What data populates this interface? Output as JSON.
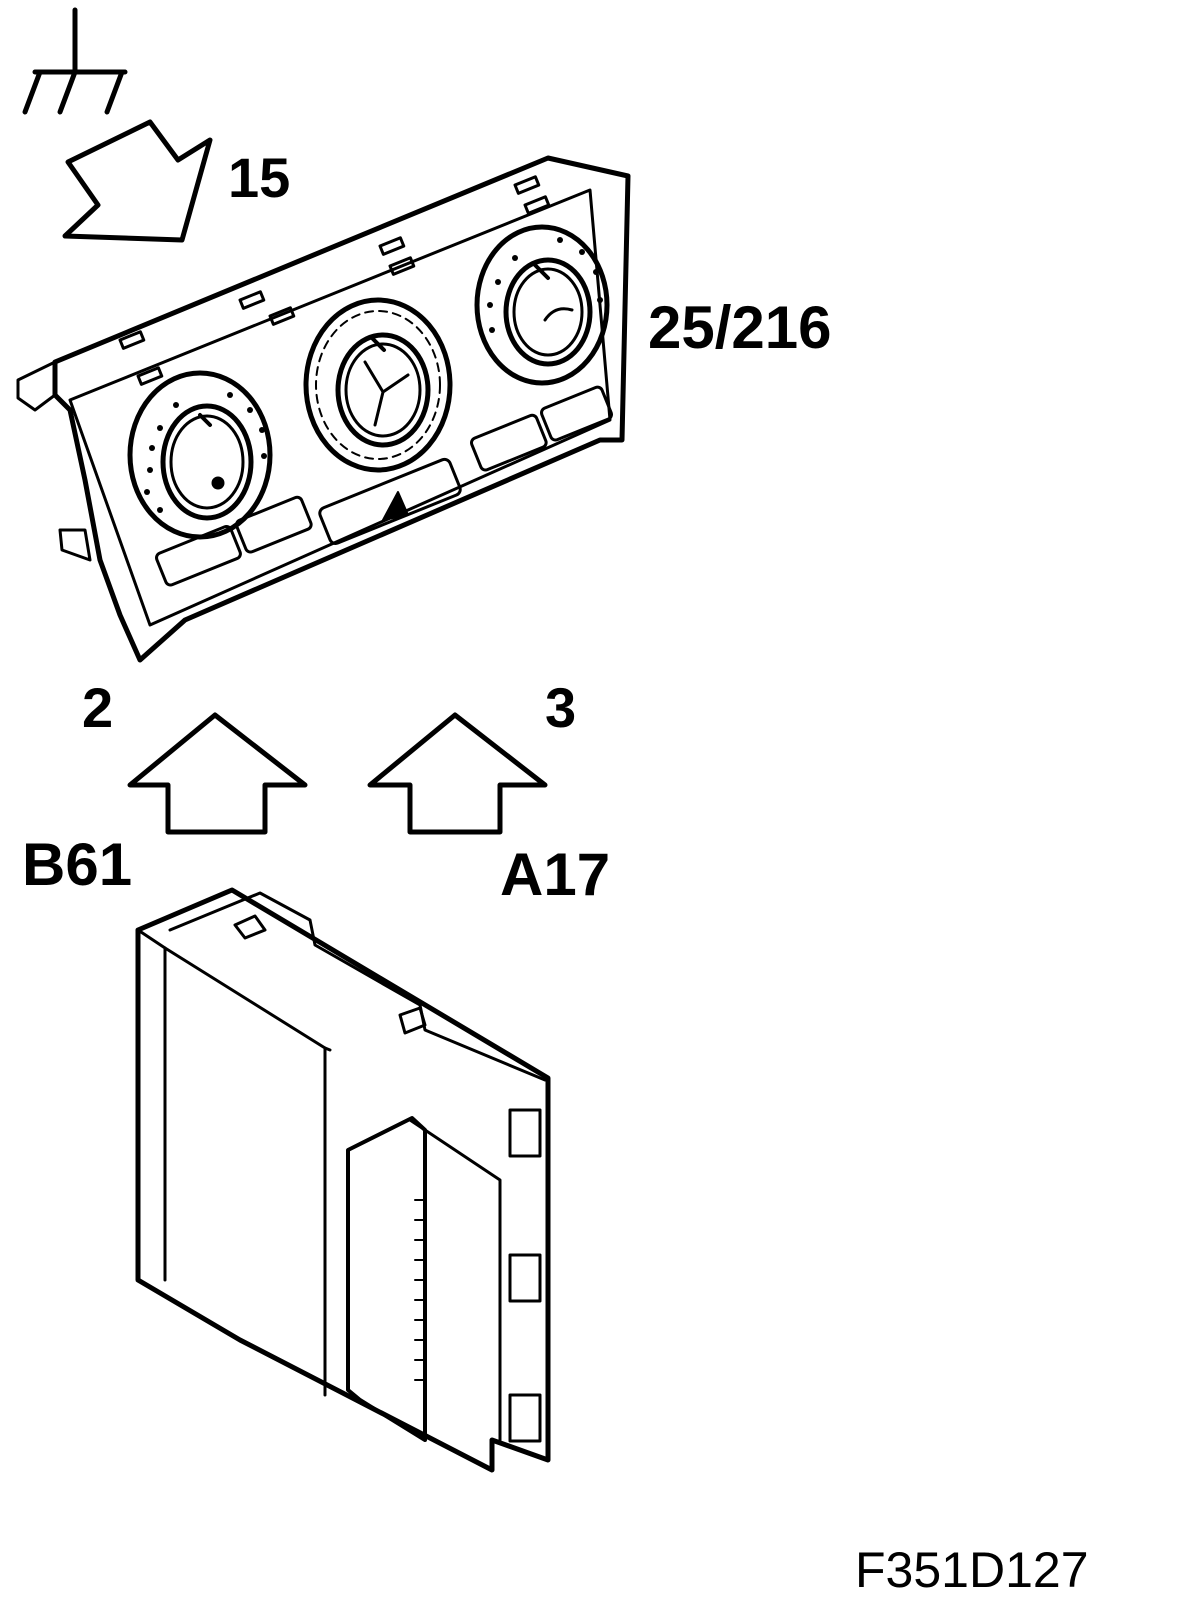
{
  "labels": {
    "connection_number_top": "15",
    "climate_panel_ref": "25/216",
    "pin_left": "2",
    "pin_right": "3",
    "connector_left": "B61",
    "connector_right": "A17",
    "figure_id": "F351D127"
  },
  "icons": {
    "ground": "ground-symbol-icon",
    "connection_arrow": "bent-arrow-icon",
    "up_arrow": "up-arrow-icon"
  },
  "colors": {
    "line": "#000000",
    "background": "#ffffff"
  }
}
